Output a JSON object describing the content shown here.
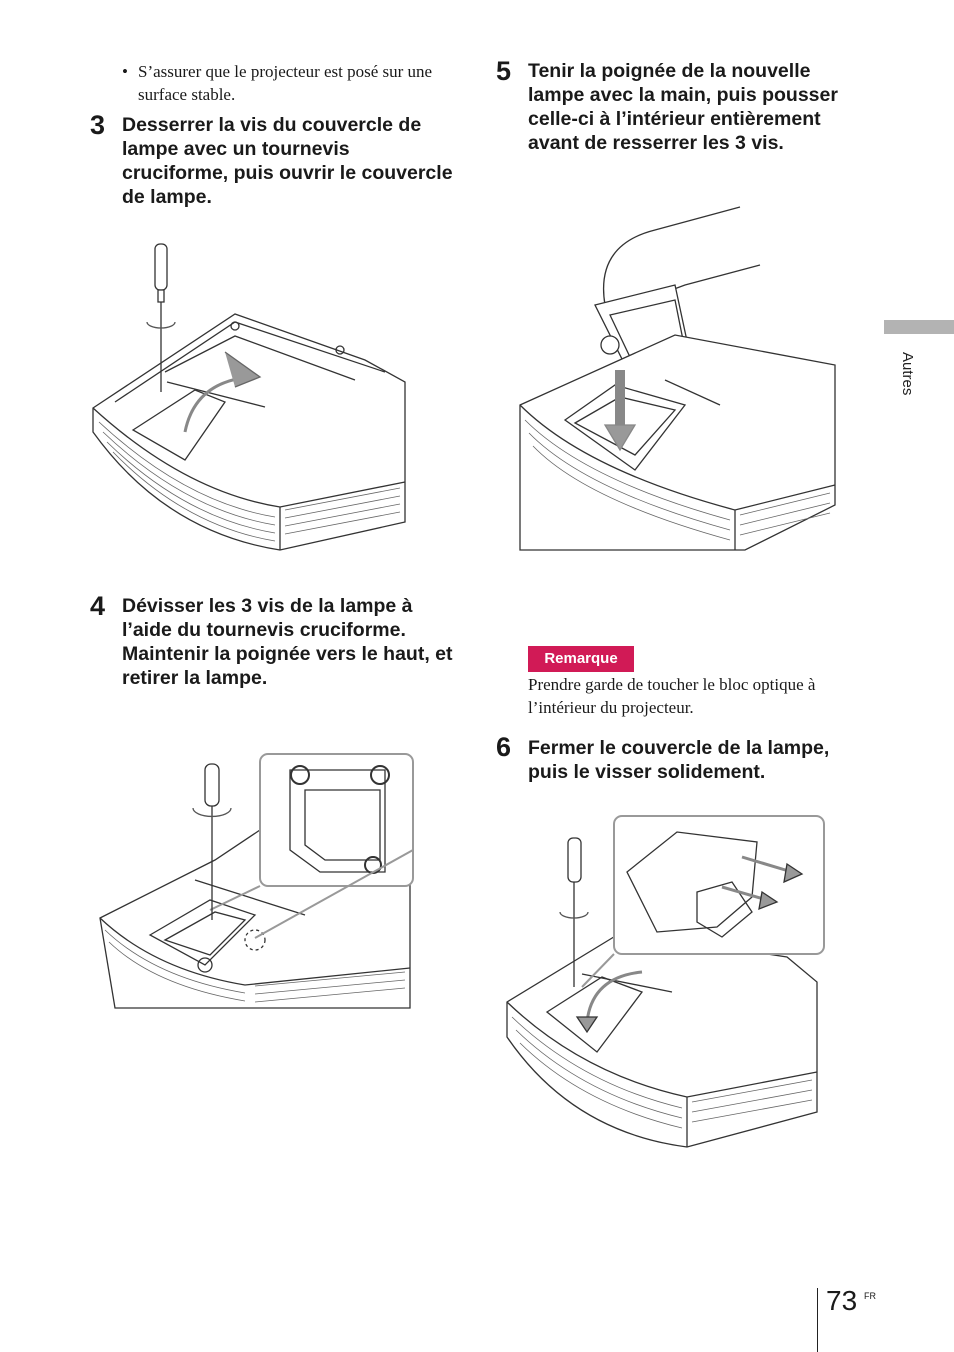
{
  "bullet": {
    "symbol": "•",
    "text": "S’assurer que le projecteur est posé sur une surface stable."
  },
  "steps": [
    {
      "number": "3",
      "text": "Desserrer la vis du couvercle de lampe avec un tournevis cruciforme, puis ouvrir le couvercle de lampe."
    },
    {
      "number": "4",
      "text": "Dévisser les 3 vis de la lampe à l’aide du tournevis cruciforme. Maintenir la poignée vers le haut, et retirer la lampe."
    },
    {
      "number": "5",
      "text": "Tenir la poignée de la nouvelle lampe avec la main, puis pousser celle-ci à l’intérieur entièrement avant de resserrer les 3 vis."
    },
    {
      "number": "6",
      "text": "Fermer le couvercle de la lampe, puis le visser solidement."
    }
  ],
  "note": {
    "label": "Remarque",
    "text": "Prendre garde de toucher le bloc optique à l’intérieur du projecteur."
  },
  "side_tab": {
    "label": "Autres"
  },
  "footer": {
    "page_number": "73",
    "language": "FR"
  },
  "colors": {
    "note_badge": "#d11a56",
    "side_tab": "#b3b3b3",
    "arrow": "#888888"
  }
}
